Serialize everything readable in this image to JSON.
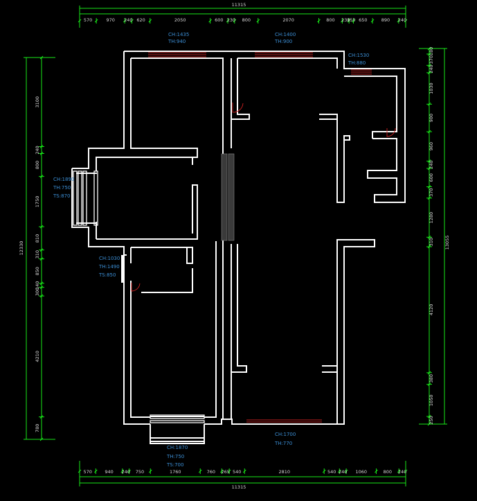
{
  "top_dims": {
    "total": "11315",
    "segments": [
      "570",
      "970",
      "240",
      "620",
      "2050",
      "600",
      "230",
      "800",
      "2070",
      "800",
      "230",
      "150",
      "650",
      "890",
      "240"
    ]
  },
  "bottom_dims": {
    "total": "11315",
    "segments": [
      "570",
      "940",
      "240",
      "750",
      "1760",
      "760",
      "265",
      "540",
      "2810",
      "540",
      "240",
      "1060",
      "800",
      "240"
    ]
  },
  "left_dims": {
    "total": "12330",
    "segments": [
      "3100",
      "240",
      "800",
      "1750",
      "810",
      "310",
      "850",
      "140",
      "300",
      "4210",
      "780"
    ]
  },
  "right_dims": {
    "total": "13055",
    "segments": [
      "180",
      "370",
      "240",
      "1030",
      "900",
      "960",
      "240",
      "600",
      "370",
      "1280",
      "310",
      "4120",
      "380",
      "1050",
      "250"
    ]
  },
  "labels": {
    "win_top_left": [
      "CH:1435",
      "TH:940"
    ],
    "win_top_mid": [
      "CH:1400",
      "TH:900"
    ],
    "win_top_right": [
      "CH:1530",
      "TH:880"
    ],
    "win_left_bay": [
      "CH:1890",
      "TH:750",
      "TS:870"
    ],
    "win_left_small": [
      "CH:1030",
      "TH:1490",
      "TS:850"
    ],
    "win_bottom_bay": [
      "CH:1870",
      "TH:750",
      "TS:700"
    ],
    "win_bottom_right": [
      "CH:1700",
      "TH:770"
    ]
  },
  "colors": {
    "background": "#000000",
    "dimension_lines": "#18e818",
    "walls": "#ffffff",
    "window_marks": "#c02020",
    "annotation_text": "#3c8fd6",
    "dimension_text": "#d8d8d8"
  }
}
